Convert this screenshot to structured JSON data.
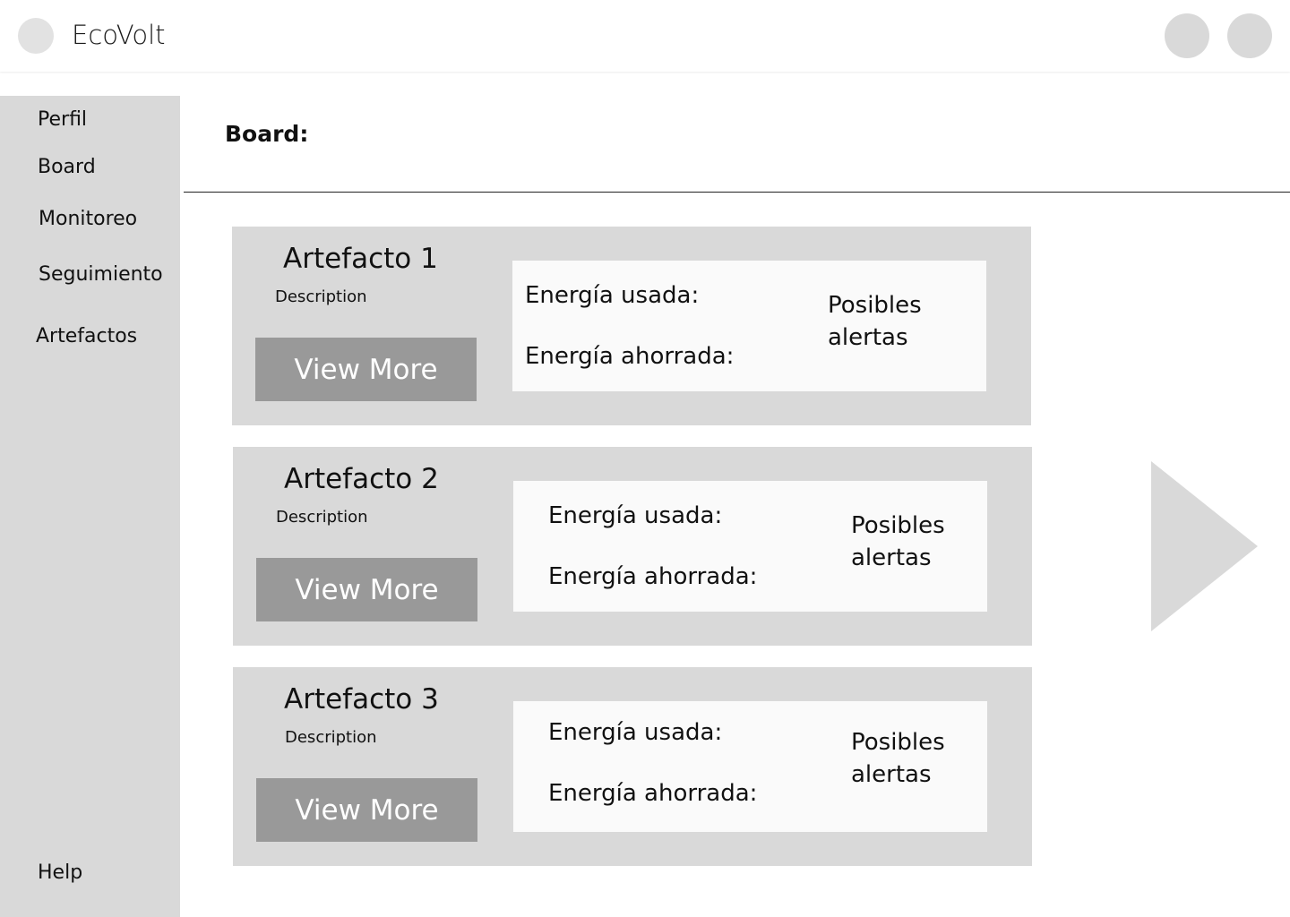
{
  "header": {
    "app_title": "EcoVolt",
    "logo_icon": "logo-circle",
    "actions": [
      "notifications-icon",
      "user-avatar"
    ]
  },
  "sidebar": {
    "items": [
      {
        "label": "Perfil"
      },
      {
        "label": "Board"
      },
      {
        "label": "Monitoreo"
      },
      {
        "label": "Seguimiento"
      },
      {
        "label": "Artefactos"
      }
    ],
    "help_label": "Help"
  },
  "main": {
    "title": "Board:",
    "cards": [
      {
        "title": "Artefacto 1",
        "description": "Description",
        "button_label": "View More",
        "energy_used_label": "Energía usada:",
        "energy_saved_label": "Energía ahorrada:",
        "alerts_line1": "Posibles",
        "alerts_line2": "alertas"
      },
      {
        "title": "Artefacto 2",
        "description": "Description",
        "button_label": "View More",
        "energy_used_label": "Energía usada:",
        "energy_saved_label": "Energía ahorrada:",
        "alerts_line1": "Posibles",
        "alerts_line2": "alertas"
      },
      {
        "title": "Artefacto 3",
        "description": "Description",
        "button_label": "View More",
        "energy_used_label": "Energía usada:",
        "energy_saved_label": "Energía ahorrada:",
        "alerts_line1": "Posibles",
        "alerts_line2": "alertas"
      }
    ],
    "next_icon": "play-arrow-icon"
  },
  "colors": {
    "panel_gray": "#d9d9d9",
    "button_gray": "#999999",
    "info_box_bg": "#fafafa"
  }
}
